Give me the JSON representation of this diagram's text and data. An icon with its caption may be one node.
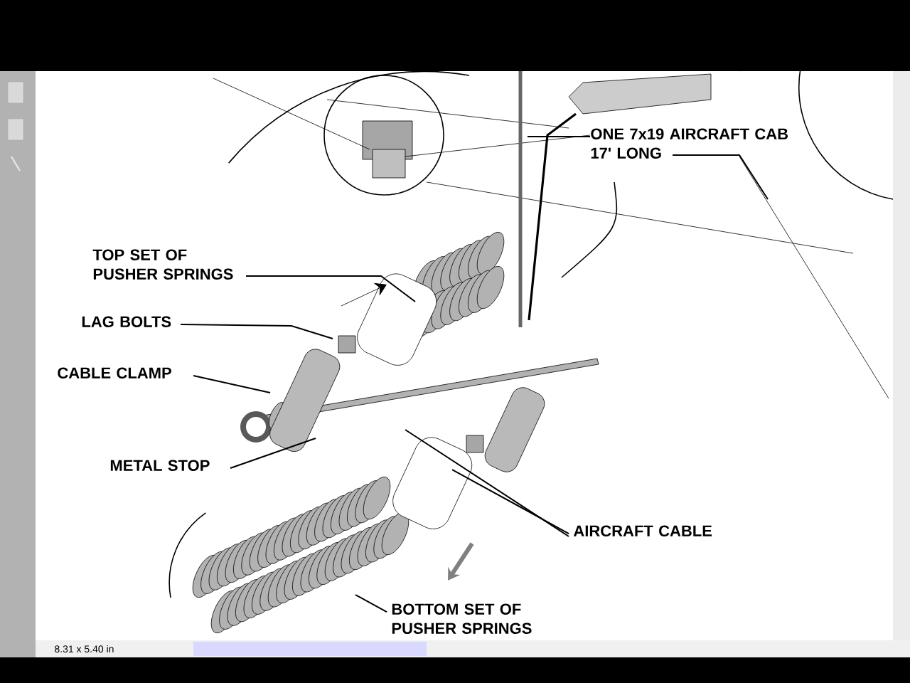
{
  "diagram": {
    "nodes": [
      {
        "text": [
          "ONE 7x19 AIRCRAFT CAB",
          "17' LONG"
        ]
      },
      {
        "text": [
          "TOP SET OF PUSHER SPRINGS"
        ]
      },
      {
        "text": [
          "LAG BOLTS"
        ]
      },
      {
        "text": [
          "CABLE CLAMP"
        ]
      },
      {
        "text": [
          "METAL STOP"
        ]
      },
      {
        "text": [
          "AIRCRAFT CABLE"
        ]
      },
      {
        "text": [
          "BOTTOM SET OF PUSHER SPRINGS"
        ]
      }
    ],
    "edges": [
      {
        "from": 0,
        "to": null,
        "arrow": "none"
      },
      {
        "from": 0,
        "to": null,
        "arrow": "none"
      },
      {
        "from": 1,
        "to": null,
        "arrow": "none"
      },
      {
        "from": 2,
        "to": null,
        "arrow": "none"
      },
      {
        "from": 3,
        "to": null,
        "arrow": "none"
      },
      {
        "from": 4,
        "to": null,
        "arrow": "none"
      },
      {
        "from": 5,
        "to": null,
        "arrow": "none"
      },
      {
        "from": 5,
        "to": null,
        "arrow": "none"
      },
      {
        "from": 6,
        "to": null,
        "arrow": "none"
      }
    ],
    "labels": [
      "8.31 x 5.40 in"
    ]
  }
}
